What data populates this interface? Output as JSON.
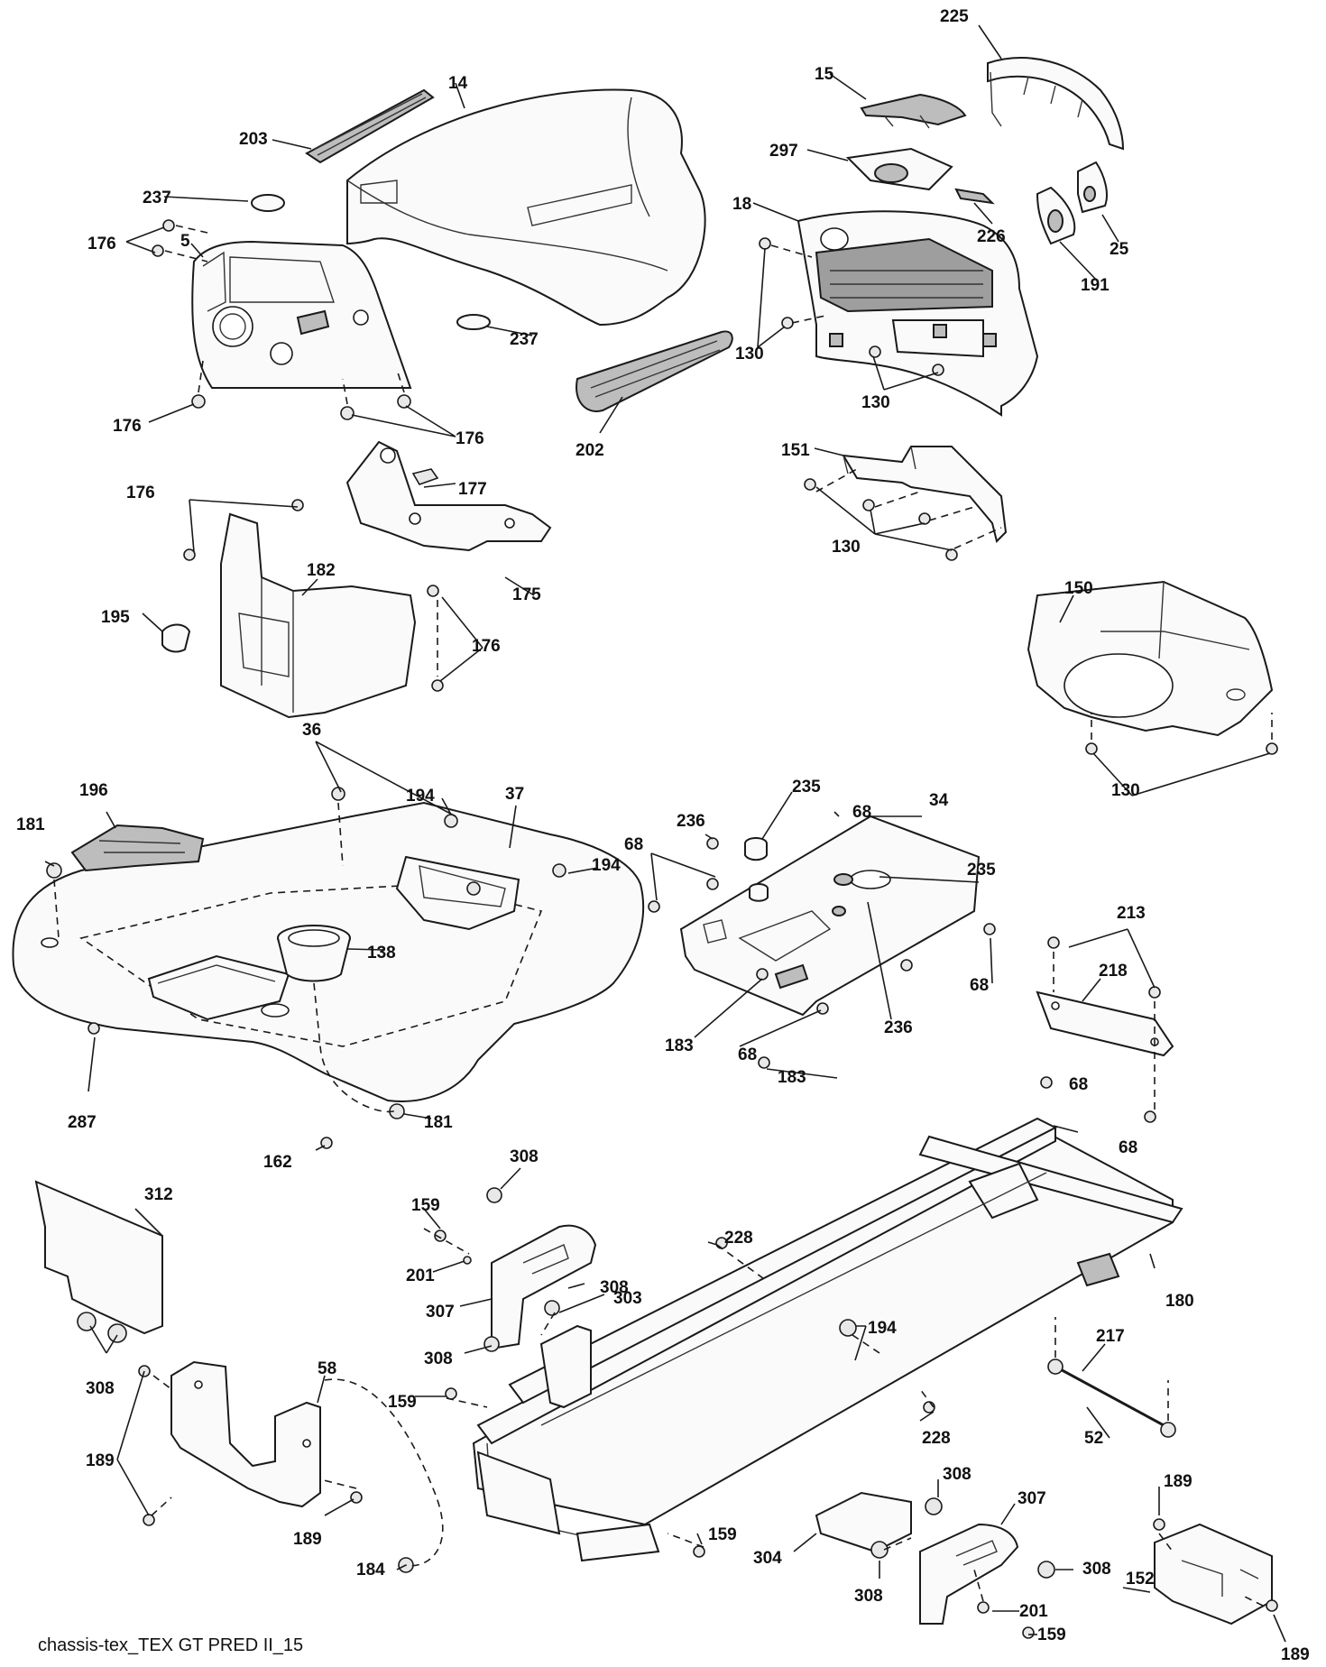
{
  "diagram": {
    "caption": "chassis-tex_TEX GT PRED II_15",
    "callouts": [
      {
        "id": "c225",
        "label": "225"
      },
      {
        "id": "c14",
        "label": "14"
      },
      {
        "id": "c15",
        "label": "15"
      },
      {
        "id": "c203",
        "label": "203"
      },
      {
        "id": "c297",
        "label": "297"
      },
      {
        "id": "c237a",
        "label": "237"
      },
      {
        "id": "c18",
        "label": "18"
      },
      {
        "id": "c5",
        "label": "5"
      },
      {
        "id": "c176a",
        "label": "176"
      },
      {
        "id": "c226",
        "label": "226"
      },
      {
        "id": "c25",
        "label": "25"
      },
      {
        "id": "c191",
        "label": "191"
      },
      {
        "id": "c237b",
        "label": "237"
      },
      {
        "id": "c130a",
        "label": "130"
      },
      {
        "id": "c130b",
        "label": "130"
      },
      {
        "id": "c176b",
        "label": "176"
      },
      {
        "id": "c176c",
        "label": "176"
      },
      {
        "id": "c202",
        "label": "202"
      },
      {
        "id": "c151",
        "label": "151"
      },
      {
        "id": "c176d",
        "label": "176"
      },
      {
        "id": "c177",
        "label": "177"
      },
      {
        "id": "c130c",
        "label": "130"
      },
      {
        "id": "c182",
        "label": "182"
      },
      {
        "id": "c175",
        "label": "175"
      },
      {
        "id": "c195",
        "label": "195"
      },
      {
        "id": "c150",
        "label": "150"
      },
      {
        "id": "c176e",
        "label": "176"
      },
      {
        "id": "c36",
        "label": "36"
      },
      {
        "id": "c130d",
        "label": "130"
      },
      {
        "id": "c196",
        "label": "196"
      },
      {
        "id": "c194a",
        "label": "194"
      },
      {
        "id": "c37",
        "label": "37"
      },
      {
        "id": "c235a",
        "label": "235"
      },
      {
        "id": "c181a",
        "label": "181"
      },
      {
        "id": "c236a",
        "label": "236"
      },
      {
        "id": "c68a",
        "label": "68"
      },
      {
        "id": "c34",
        "label": "34"
      },
      {
        "id": "c194b",
        "label": "194"
      },
      {
        "id": "c68b",
        "label": "68"
      },
      {
        "id": "c235b",
        "label": "235"
      },
      {
        "id": "c213",
        "label": "213"
      },
      {
        "id": "c138",
        "label": "138"
      },
      {
        "id": "c218",
        "label": "218"
      },
      {
        "id": "c68c",
        "label": "68"
      },
      {
        "id": "c236b",
        "label": "236"
      },
      {
        "id": "c183a",
        "label": "183"
      },
      {
        "id": "c68d",
        "label": "68"
      },
      {
        "id": "c68e",
        "label": "68"
      },
      {
        "id": "c183b",
        "label": "183"
      },
      {
        "id": "c287",
        "label": "287"
      },
      {
        "id": "c181b",
        "label": "181"
      },
      {
        "id": "c68f",
        "label": "68"
      },
      {
        "id": "c162",
        "label": "162"
      },
      {
        "id": "c308a",
        "label": "308"
      },
      {
        "id": "c312",
        "label": "312"
      },
      {
        "id": "c159a",
        "label": "159"
      },
      {
        "id": "c228a",
        "label": "228"
      },
      {
        "id": "c201a",
        "label": "201"
      },
      {
        "id": "c308b",
        "label": "308"
      },
      {
        "id": "c180",
        "label": "180"
      },
      {
        "id": "c307a",
        "label": "307"
      },
      {
        "id": "c303",
        "label": "303"
      },
      {
        "id": "c194c",
        "label": "194"
      },
      {
        "id": "c308c",
        "label": "308"
      },
      {
        "id": "c217",
        "label": "217"
      },
      {
        "id": "c308d",
        "label": "308"
      },
      {
        "id": "c58",
        "label": "58"
      },
      {
        "id": "c159b",
        "label": "159"
      },
      {
        "id": "c228b",
        "label": "228"
      },
      {
        "id": "c52",
        "label": "52"
      },
      {
        "id": "c189a",
        "label": "189"
      },
      {
        "id": "c308e",
        "label": "308"
      },
      {
        "id": "c307b",
        "label": "307"
      },
      {
        "id": "c189b",
        "label": "189"
      },
      {
        "id": "c189c",
        "label": "189"
      },
      {
        "id": "c159c",
        "label": "159"
      },
      {
        "id": "c304",
        "label": "304"
      },
      {
        "id": "c308f",
        "label": "308"
      },
      {
        "id": "c184",
        "label": "184"
      },
      {
        "id": "c152",
        "label": "152"
      },
      {
        "id": "c308g",
        "label": "308"
      },
      {
        "id": "c201b",
        "label": "201"
      },
      {
        "id": "c159d",
        "label": "159"
      },
      {
        "id": "c189d",
        "label": "189"
      }
    ]
  }
}
